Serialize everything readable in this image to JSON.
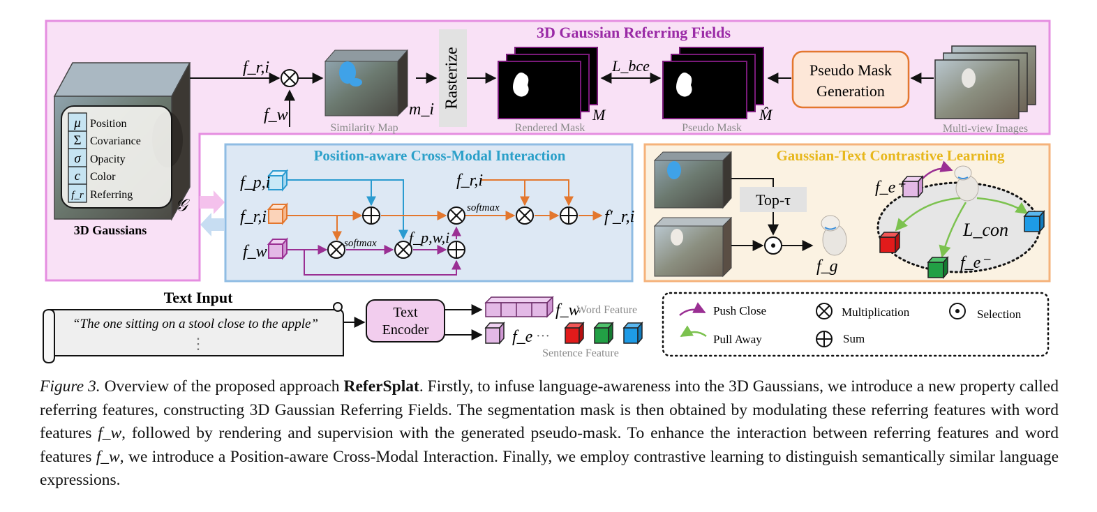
{
  "colors": {
    "pink_panel": "#f9e1f6",
    "pink_border": "#e58de0",
    "blue_panel": "#dde8f4",
    "blue_border": "#8fbce3",
    "cream_panel": "#fbf2e2",
    "orange_border": "#f5b27a",
    "title_purple": "#9a2aa6",
    "title_blue": "#2ba0c9",
    "title_yellow": "#e7b71c",
    "arrow_orange": "#e3772e",
    "arrow_blue": "#2a9bd0",
    "arrow_purple": "#9a2f93",
    "arrow_green": "#7cc24f",
    "mask_border": "#7a1a7a",
    "gray_label": "#8a8a8a"
  },
  "referring_fields": {
    "title": "3D Gaussian Referring Fields",
    "f_ri": "f_r,i",
    "f_w": "f_w",
    "m_i": "m_i",
    "similarity_map": "Similarity Map",
    "rasterize": "Rasterize",
    "M": "M",
    "rendered_mask": "Rendered Mask",
    "loss_bce": "L_bce",
    "M_hat": "M̂",
    "pseudo_mask": "Pseudo Mask",
    "pseudo_gen_line1": "Pseudo Mask",
    "pseudo_gen_line2": "Generation",
    "multiview": "Multi-view Images"
  },
  "gaussians": {
    "caption": "3D Gaussians",
    "G": "𝒢",
    "properties": [
      {
        "sym": "μ",
        "name": "Position"
      },
      {
        "sym": "Σ",
        "name": "Covariance"
      },
      {
        "sym": "σ",
        "name": "Opacity"
      },
      {
        "sym": "c",
        "name": "Color"
      },
      {
        "sym": "f_r",
        "name": "Referring"
      }
    ]
  },
  "cross_modal": {
    "title": "Position-aware Cross-Modal Interaction",
    "f_pi": "f_p,i",
    "f_ri": "f_r,i",
    "f_w": "f_w",
    "f_ri_top": "f_r,i",
    "softmax1": "softmax",
    "softmax2": "softmax",
    "f_pwi": "f_p,w,i",
    "f_ri_prime": "f′_r,i"
  },
  "contrastive": {
    "title": "Gaussian-Text Contrastive Learning",
    "top_tau": "Top-τ",
    "f_g": "f_g",
    "f_e_plus": "f_e⁺",
    "f_e_minus": "f_e⁻",
    "loss_con": "L_con"
  },
  "text_input": {
    "title": "Text Input",
    "query": "“The one sitting on a stool close to the apple”",
    "ellipsis": "⋮",
    "encoder_line1": "Text",
    "encoder_line2": "Encoder",
    "f_w": "f_w",
    "word_feature": "Word Feature",
    "f_e": "f_e",
    "dots": "···",
    "sentence_feature": "Sentence Feature"
  },
  "legend": {
    "push_close": "Push Close",
    "pull_away": "Pull Away",
    "multiplication": "Multiplication",
    "sum": "Sum",
    "selection": "Selection"
  },
  "caption": {
    "fig_label": "Figure 3.",
    "text_a": " Overview of the proposed approach ",
    "name": "ReferSplat",
    "text_b": ". Firstly, to infuse language-awareness into the 3D Gaussians, we introduce a new property called referring features, constructing 3D Gaussian Referring Fields. The segmentation mask is then obtained by modulating these referring features with word features ",
    "fw1": "f_w",
    "text_c": ", followed by rendering and supervision with the generated pseudo-mask. To enhance the interaction between referring features and word features ",
    "fw2": "f_w",
    "text_d": ", we introduce a Position-aware Cross-Modal Interaction. Finally, we employ contrastive learning to distinguish semantically similar language expressions."
  }
}
